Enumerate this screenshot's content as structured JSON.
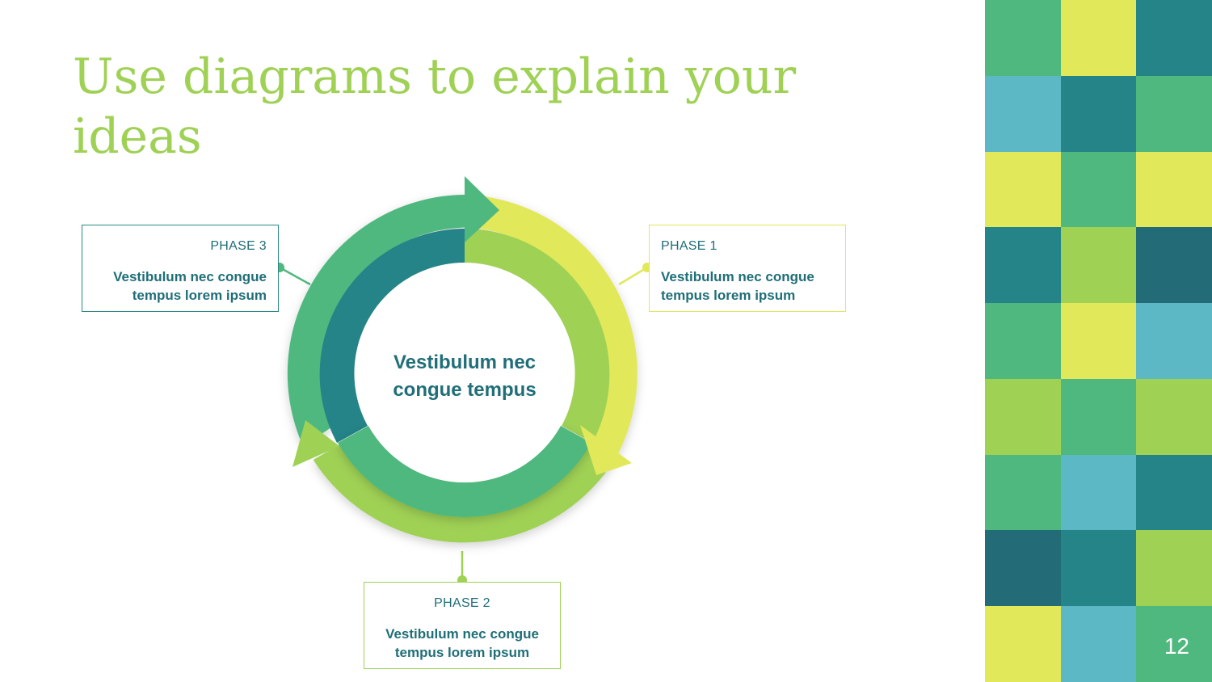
{
  "slide": {
    "title": "Use diagrams to explain your ideas",
    "page_number": "12"
  },
  "diagram": {
    "center_text": "Vestibulum nec congue tempus",
    "phases": [
      {
        "label": "PHASE 1",
        "text": "Vestibulum nec congue tempus lorem ipsum",
        "color": "#e1e85a"
      },
      {
        "label": "PHASE 2",
        "text": "Vestibulum nec congue tempus lorem ipsum",
        "color": "#9fd155"
      },
      {
        "label": "PHASE 3",
        "text": "Vestibulum nec congue tempus lorem ipsum",
        "color": "#4fb87f"
      }
    ]
  },
  "colors": {
    "title": "#9fd155",
    "text": "#1f6e78",
    "green": "#4fb87f",
    "lime": "#9fd155",
    "yellow": "#e1e85a",
    "teal": "#248488",
    "dark_teal": "#236b77",
    "sky": "#5cb8c4"
  },
  "mosaic": [
    [
      "green",
      "yellow",
      "teal"
    ],
    [
      "sky",
      "teal",
      "green"
    ],
    [
      "yellow",
      "green",
      "yellow"
    ],
    [
      "teal",
      "lime",
      "dark_teal"
    ],
    [
      "green",
      "yellow",
      "sky"
    ],
    [
      "lime",
      "green",
      "lime"
    ],
    [
      "green",
      "sky",
      "teal"
    ],
    [
      "dark_teal",
      "teal",
      "lime"
    ],
    [
      "yellow",
      "sky",
      "green"
    ]
  ]
}
